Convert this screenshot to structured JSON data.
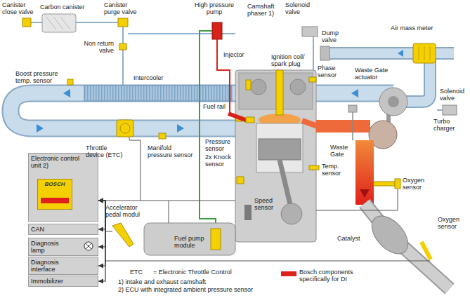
{
  "diagram": {
    "nodes": [
      {
        "text": [
          "Electronic control unit 2)"
        ]
      },
      {
        "text": [
          "BOSCH"
        ],
        "in": 0
      },
      {
        "text": [
          "CAN"
        ]
      },
      {
        "text": [
          "Diagnosis lamp"
        ]
      },
      {
        "text": [
          "Diagnosis interface"
        ]
      },
      {
        "text": [
          "Immobilizer"
        ]
      }
    ],
    "edges": [
      {
        "from": 0,
        "to": 2,
        "arrow": "both"
      },
      {
        "from": 0,
        "to": 3,
        "arrow": "both"
      },
      {
        "from": 0,
        "to": 4,
        "arrow": "both"
      },
      {
        "from": 0,
        "to": 5,
        "arrow": "both"
      }
    ],
    "labels": [
      "Canister close valve",
      "Carbon canister",
      "Canister purge valve",
      "Non return valve",
      "High pressure pump",
      "Camshaft phaser 1)",
      "Solenoid valve",
      "Dump valve",
      "Air mass meter",
      "Injector",
      "Intercooler",
      "Ignition coil/ spark plug",
      "Phase sensor",
      "Waste Gate actuator",
      "Solenoid valve",
      "Boost pressure temp. sensor",
      "Fuel rail",
      "Turbo charger",
      "Throttle device (ETC)",
      "Manifold pressure sensor",
      "Pressure sensor",
      "2x Knock sensor",
      "Temp. sensor",
      "Waste Gate",
      "Oxygen sensor",
      "Speed sensor",
      "Accelerator pedal modul",
      "Fuel pump module",
      "Catalyst",
      "Oxygen sensor",
      "ETC",
      "= Electronic Throttle Control",
      "1) intake and exhaust camshaft",
      "2) ECU with integrated ambient pressure sensor"
    ],
    "legend": [
      {
        "text": "Bosch components specifically for DI",
        "color": "#e0201a"
      }
    ]
  }
}
